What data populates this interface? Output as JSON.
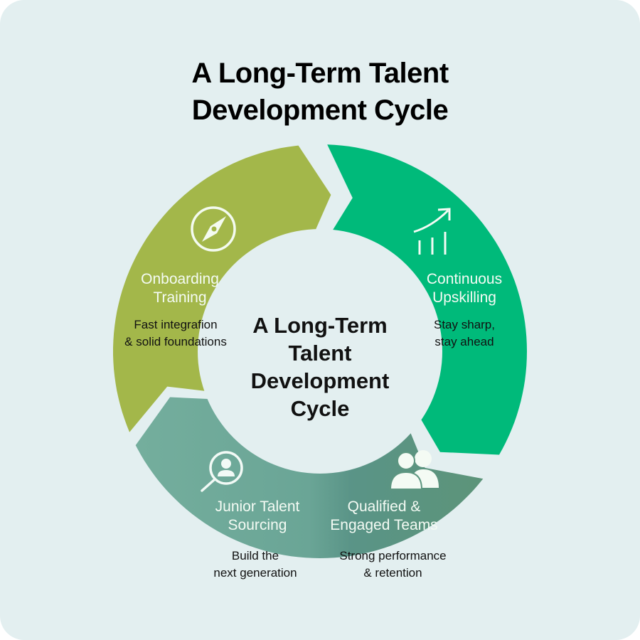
{
  "title": {
    "line1": "A Long-Term Talent",
    "line2": "Development Cycle"
  },
  "center": {
    "line1": "A Long-Term",
    "line2": "Talent",
    "line3": "Development",
    "line4": "Cycle"
  },
  "stages": [
    {
      "title1": "Onboarding",
      "title2": "Training",
      "desc1": "Fast integrafion",
      "desc2": "& solid foundations",
      "icon": "compass-icon",
      "color": "#a3b74a"
    },
    {
      "title1": "Continuous",
      "title2": "Upskilling",
      "desc1": "Stay sharp,",
      "desc2": "stay ahead",
      "icon": "growth-chart-icon",
      "color": "#00ba7a"
    },
    {
      "title1": "Qualified &",
      "title2": "Engaged Teams",
      "desc1": "Strong performance",
      "desc2": "& retention",
      "icon": "team-icon",
      "color": "#5d9680"
    },
    {
      "title1": "Junior Talent",
      "title2": "Sourcing",
      "desc1": "Build the",
      "desc2": "next generation",
      "icon": "search-person-icon",
      "color": "#6fab99"
    }
  ]
}
